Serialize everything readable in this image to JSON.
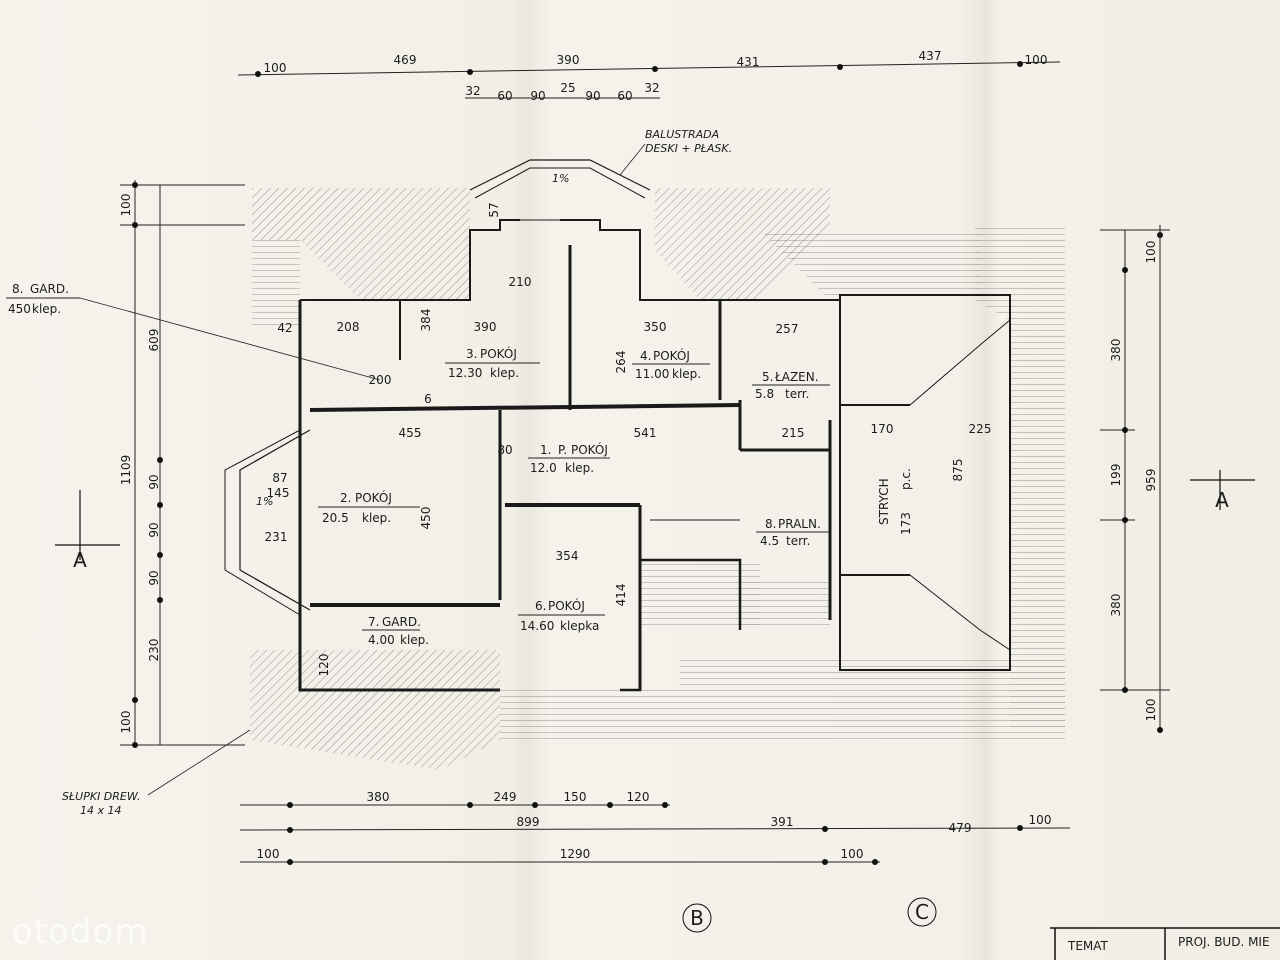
{
  "top_dims_row1": [
    "100",
    "469",
    "390",
    "431",
    "437",
    "100"
  ],
  "top_dims_row2": [
    "32",
    "60",
    "90",
    "25",
    "90",
    "60",
    "32"
  ],
  "bottom_dims_row1": [
    "380",
    "249",
    "150",
    "120"
  ],
  "bottom_dims_row2": [
    "899",
    "391",
    "479",
    "100"
  ],
  "bottom_dims_row3": [
    "100",
    "1290",
    "100"
  ],
  "left_dims": [
    "100",
    "609",
    "1109",
    "90",
    "90",
    "90",
    "230",
    "100"
  ],
  "right_dims": [
    "100",
    "380",
    "959",
    "199",
    "380",
    "100"
  ],
  "rooms": [
    {
      "num": "1.",
      "name": "P. POKÓJ",
      "area": "12.0",
      "floor": "klep."
    },
    {
      "num": "2.",
      "name": "POKÓJ",
      "area": "20.5",
      "floor": "klep."
    },
    {
      "num": "3.",
      "name": "POKÓJ",
      "area": "12.30",
      "floor": "klep."
    },
    {
      "num": "4.",
      "name": "POKÓJ",
      "area": "11.00",
      "floor": "klep."
    },
    {
      "num": "5.",
      "name": "ŁAZEN.",
      "area": "5.8",
      "floor": "terr."
    },
    {
      "num": "6.",
      "name": "POKÓJ",
      "area": "14.60",
      "floor": "klepka"
    },
    {
      "num": "7.",
      "name": "GARD.",
      "area": "4.00",
      "floor": "klep."
    },
    {
      "num": "8.",
      "name": "PRALN.",
      "area": "4.5",
      "floor": "terr."
    }
  ],
  "gard8_label": {
    "num": "8.",
    "name": "GARD.",
    "area": "450",
    "floor": "klep."
  },
  "strych": {
    "name": "STRYCH",
    "sub": "p.c.",
    "height": "173"
  },
  "balustrada": {
    "line1": "BALUSTRADA",
    "line2": "DESKI + PŁASK."
  },
  "slupki": {
    "line1": "SŁUPKI DREW.",
    "line2": "14 x 14"
  },
  "slope_labels": [
    "1%",
    "1%"
  ],
  "interior_dims": [
    "210",
    "208",
    "390",
    "350",
    "257",
    "455",
    "541",
    "215",
    "170",
    "225",
    "354",
    "450",
    "414",
    "875",
    "231",
    "145",
    "57",
    "87",
    "200",
    "80",
    "120",
    "42",
    "6",
    "384",
    "264"
  ],
  "section_labels": [
    "A",
    "A",
    "B",
    "C"
  ],
  "title_block": {
    "temat_label": "TEMAT",
    "value": "PROJ. BUD. MIE"
  },
  "watermark": "otodom"
}
